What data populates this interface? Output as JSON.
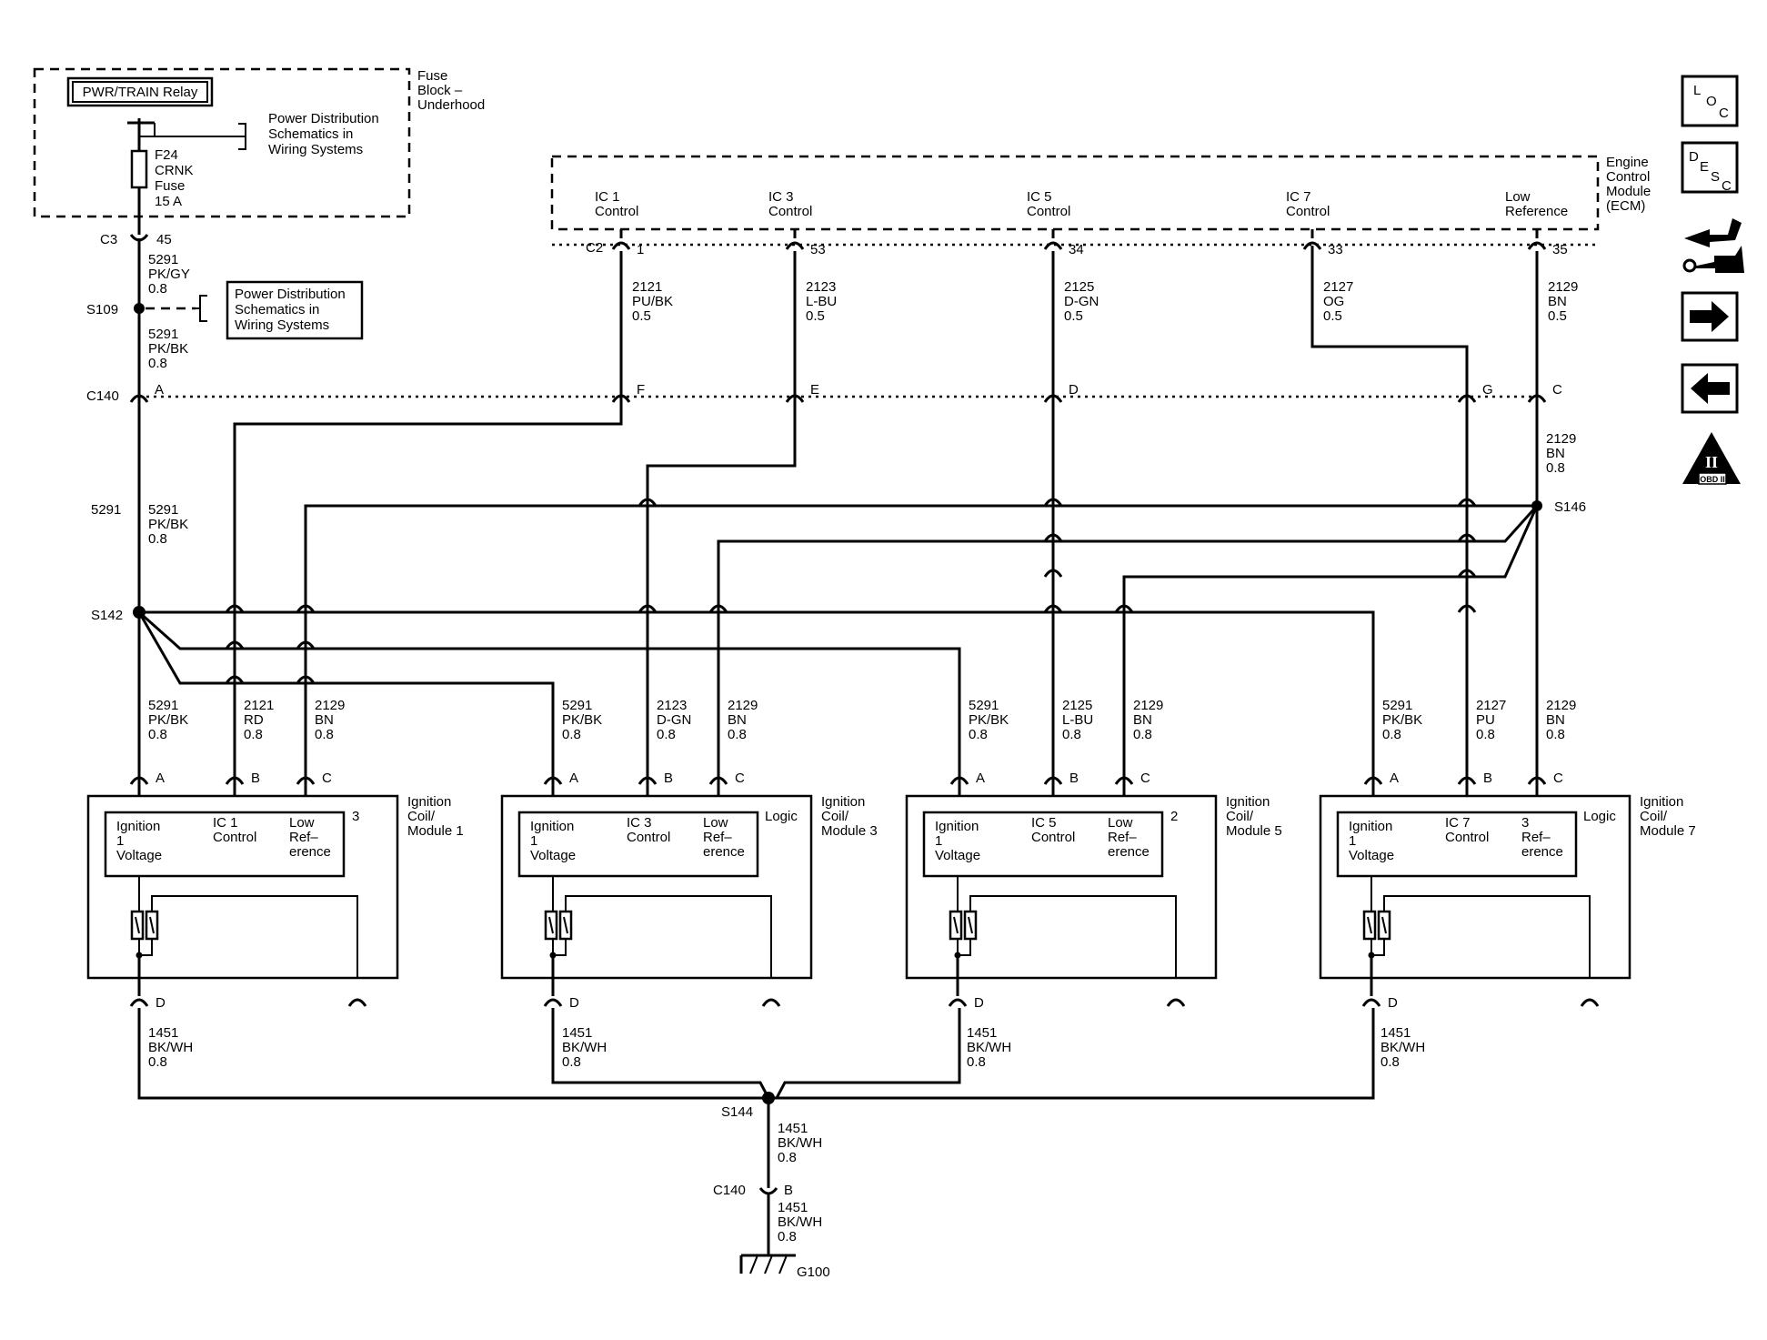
{
  "fuse_block": {
    "title": [
      "Fuse",
      "Block –",
      "Underhood"
    ],
    "relay": "PWR/TRAIN Relay",
    "power_ref": [
      "Power Distribution",
      "Schematics in",
      "Wiring Systems"
    ],
    "fuse": [
      "F24",
      "CRNK",
      "Fuse",
      "15 A"
    ]
  },
  "ecm": {
    "title": [
      "Engine",
      "Control",
      "Module",
      "(ECM)"
    ],
    "connector": "C2",
    "pins": [
      {
        "label": [
          "IC 1",
          "Control"
        ],
        "pin": "1",
        "wire": [
          "2121",
          "PU/BK",
          "0.5"
        ]
      },
      {
        "label": [
          "IC 3",
          "Control"
        ],
        "pin": "53",
        "wire": [
          "2123",
          "L-BU",
          "0.5"
        ]
      },
      {
        "label": [
          "IC 5",
          "Control"
        ],
        "pin": "34",
        "wire": [
          "2125",
          "D-GN",
          "0.5"
        ]
      },
      {
        "label": [
          "IC 7",
          "Control"
        ],
        "pin": "33",
        "wire": [
          "2127",
          "OG",
          "0.5"
        ]
      },
      {
        "label": [
          "Low",
          "Reference"
        ],
        "pin": "35",
        "wire": [
          "2129",
          "BN",
          "0.5"
        ]
      }
    ]
  },
  "feed": {
    "c3": "C3",
    "c3_pin": "45",
    "wire_a": [
      "5291",
      "PK/GY",
      "0.8"
    ],
    "s109": "S109",
    "s109_ref": [
      "Power Distribution",
      "Schematics in",
      "Wiring Systems"
    ],
    "wire_b": [
      "5291",
      "PK/BK",
      "0.8"
    ],
    "c140": "C140",
    "c140_pins": [
      "A",
      "F",
      "E",
      "D",
      "G",
      "C"
    ],
    "wire_c": [
      "5291",
      "PK/BK",
      "0.8"
    ],
    "s142": "S142",
    "s146": "S146",
    "s146_wire": [
      "2129",
      "BN",
      "0.8"
    ]
  },
  "coils": [
    {
      "name": [
        "Ignition",
        "Coil/",
        "Module 1"
      ],
      "tag": "3",
      "wires": [
        [
          "5291",
          "PK/BK",
          "0.8"
        ],
        [
          "2121",
          "RD",
          "0.8"
        ],
        [
          "2129",
          "BN",
          "0.8"
        ]
      ],
      "pins": [
        "A",
        "B",
        "C"
      ],
      "cells": [
        [
          "Ignition",
          "1",
          "Voltage"
        ],
        [
          "IC 1",
          "Control"
        ],
        [
          "Low",
          "Ref–",
          "erence"
        ]
      ],
      "ground_pin": "D",
      "ground_wire": [
        "1451",
        "BK/WH",
        "0.8"
      ]
    },
    {
      "name": [
        "Ignition",
        "Coil/",
        "Module 3"
      ],
      "tag": "Logic",
      "wires": [
        [
          "5291",
          "PK/BK",
          "0.8"
        ],
        [
          "2123",
          "D-GN",
          "0.8"
        ],
        [
          "2129",
          "BN",
          "0.8"
        ]
      ],
      "pins": [
        "A",
        "B",
        "C"
      ],
      "cells": [
        [
          "Ignition",
          "1",
          "Voltage"
        ],
        [
          "IC 3",
          "Control"
        ],
        [
          "Low",
          "Ref–",
          "erence"
        ]
      ],
      "ground_pin": "D",
      "ground_wire": [
        "1451",
        "BK/WH",
        "0.8"
      ]
    },
    {
      "name": [
        "Ignition",
        "Coil/",
        "Module 5"
      ],
      "tag": "2",
      "wires": [
        [
          "5291",
          "PK/BK",
          "0.8"
        ],
        [
          "2125",
          "L-BU",
          "0.8"
        ],
        [
          "2129",
          "BN",
          "0.8"
        ]
      ],
      "pins": [
        "A",
        "B",
        "C"
      ],
      "cells": [
        [
          "Ignition",
          "1",
          "Voltage"
        ],
        [
          "IC 5",
          "Control"
        ],
        [
          "Low",
          "Ref–",
          "erence"
        ]
      ],
      "ground_pin": "D",
      "ground_wire": [
        "1451",
        "BK/WH",
        "0.8"
      ]
    },
    {
      "name": [
        "Ignition",
        "Coil/",
        "Module 7"
      ],
      "tag": "Logic",
      "wires": [
        [
          "5291",
          "PK/BK",
          "0.8"
        ],
        [
          "2127",
          "PU",
          "0.8"
        ],
        [
          "2129",
          "BN",
          "0.8"
        ]
      ],
      "pins": [
        "A",
        "B",
        "C"
      ],
      "cells": [
        [
          "Ignition",
          "1",
          "Voltage"
        ],
        [
          "IC 7",
          "Control"
        ],
        [
          "3",
          "Ref–",
          "erence"
        ]
      ],
      "ground_pin": "D",
      "ground_wire": [
        "1451",
        "BK/WH",
        "0.8"
      ]
    }
  ],
  "ground": {
    "s144": "S144",
    "wire_a": [
      "1451",
      "BK/WH",
      "0.8"
    ],
    "c140": "C140",
    "c140_pin": "B",
    "wire_b": [
      "1451",
      "BK/WH",
      "0.8"
    ],
    "g100": "G100"
  },
  "nav": {
    "loc": [
      "L",
      "O",
      "C"
    ],
    "desc": [
      "D",
      "E",
      "S",
      "C"
    ],
    "obd": [
      "II",
      "OBD II"
    ]
  }
}
